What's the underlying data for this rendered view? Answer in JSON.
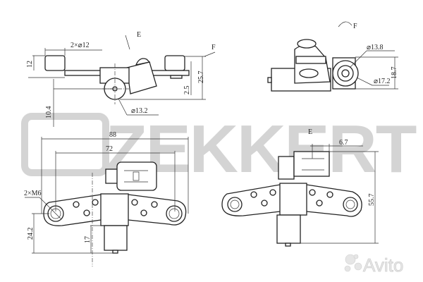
{
  "watermark": {
    "brand": "ZEKKERT",
    "marketplace": "Avito"
  },
  "top_left_view": {
    "view_arrow_e": "E",
    "view_arrow_f": "F",
    "boss_diameter": "2×⌀12",
    "boss_height": "12",
    "overall_height": "25.7",
    "plate_offset": "2.5",
    "sensor_diameter": "⌀13.2",
    "axis_offset": "10.4"
  },
  "top_right_view": {
    "view_label": "F",
    "inner_diameter": "⌀13.8",
    "outer_diameter": "⌀17.2",
    "connector_height": "18.7"
  },
  "bottom_left_view": {
    "overall_width": "88",
    "hole_spacing": "72",
    "mount_holes": "2×M6",
    "sensor_depth": "24.2",
    "sensor_length": "17"
  },
  "bottom_right_view": {
    "view_arrow_e": "E",
    "connector_offset": "6.7",
    "overall_height": "55.7"
  }
}
